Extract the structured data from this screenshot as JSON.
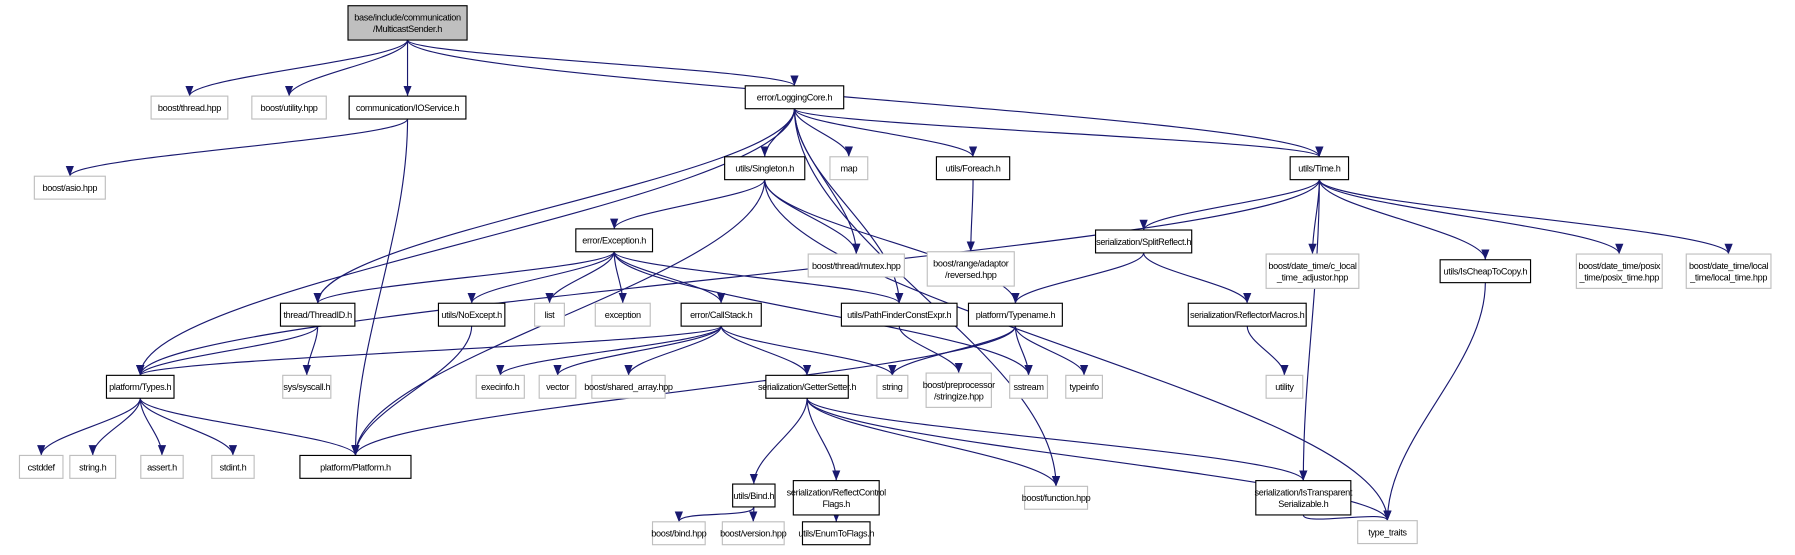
{
  "title": "base/include/communication/MulticastSender.h",
  "colors": {
    "edge": "#191970",
    "root_fill": "#bfbfbf",
    "external_border": "#bfbfbf",
    "internal_border": "#000000"
  },
  "nodes": [
    {
      "id": "root",
      "kind": "root",
      "label": [
        "base/include/communication",
        "/MulticastSender.h"
      ]
    },
    {
      "id": "bthread",
      "kind": "ext",
      "label": [
        "boost/thread.hpp"
      ]
    },
    {
      "id": "butility",
      "kind": "ext",
      "label": [
        "boost/utility.hpp"
      ]
    },
    {
      "id": "ioservice",
      "kind": "int",
      "label": [
        "communication/IOService.h"
      ]
    },
    {
      "id": "asio",
      "kind": "ext",
      "label": [
        "boost/asio.hpp"
      ]
    },
    {
      "id": "logging",
      "kind": "int",
      "label": [
        "error/LoggingCore.h"
      ]
    },
    {
      "id": "singleton",
      "kind": "int",
      "label": [
        "utils/Singleton.h"
      ]
    },
    {
      "id": "map",
      "kind": "ext",
      "label": [
        "map"
      ]
    },
    {
      "id": "foreach",
      "kind": "int",
      "label": [
        "utils/Foreach.h"
      ]
    },
    {
      "id": "time",
      "kind": "int",
      "label": [
        "utils/Time.h"
      ]
    },
    {
      "id": "mutex",
      "kind": "ext",
      "label": [
        "boost/thread/mutex.hpp"
      ]
    },
    {
      "id": "reversed",
      "kind": "ext",
      "label": [
        "boost/range/adaptor",
        "/reversed.hpp"
      ]
    },
    {
      "id": "exception_h",
      "kind": "int",
      "label": [
        "error/Exception.h"
      ]
    },
    {
      "id": "splitreflect",
      "kind": "int",
      "label": [
        "serialization/SplitReflect.h"
      ]
    },
    {
      "id": "clocal",
      "kind": "ext",
      "label": [
        "boost/date_time/c_local",
        "_time_adjustor.hpp"
      ]
    },
    {
      "id": "ischeap",
      "kind": "int",
      "label": [
        "utils/IsCheapToCopy.h"
      ]
    },
    {
      "id": "posix",
      "kind": "ext",
      "label": [
        "boost/date_time/posix",
        "_time/posix_time.hpp"
      ]
    },
    {
      "id": "localtime",
      "kind": "ext",
      "label": [
        "boost/date_time/local",
        "_time/local_time.hpp"
      ]
    },
    {
      "id": "threadid",
      "kind": "int",
      "label": [
        "thread/ThreadID.h"
      ]
    },
    {
      "id": "noexcept",
      "kind": "int",
      "label": [
        "utils/NoExcept.h"
      ]
    },
    {
      "id": "list",
      "kind": "ext",
      "label": [
        "list"
      ]
    },
    {
      "id": "exception",
      "kind": "ext",
      "label": [
        "exception"
      ]
    },
    {
      "id": "callstack",
      "kind": "int",
      "label": [
        "error/CallStack.h"
      ]
    },
    {
      "id": "pathfinder",
      "kind": "int",
      "label": [
        "utils/PathFinderConstExpr.h"
      ]
    },
    {
      "id": "typename",
      "kind": "int",
      "label": [
        "platform/Typename.h"
      ]
    },
    {
      "id": "reflmacros",
      "kind": "int",
      "label": [
        "serialization/ReflectorMacros.h"
      ]
    },
    {
      "id": "types",
      "kind": "int",
      "label": [
        "platform/Types.h"
      ]
    },
    {
      "id": "syscall",
      "kind": "ext",
      "label": [
        "sys/syscall.h"
      ]
    },
    {
      "id": "execinfo",
      "kind": "ext",
      "label": [
        "execinfo.h"
      ]
    },
    {
      "id": "vector",
      "kind": "ext",
      "label": [
        "vector"
      ]
    },
    {
      "id": "sharedarray",
      "kind": "ext",
      "label": [
        "boost/shared_array.hpp"
      ]
    },
    {
      "id": "gettersetter",
      "kind": "int",
      "label": [
        "serialization/GetterSetter.h"
      ]
    },
    {
      "id": "string",
      "kind": "ext",
      "label": [
        "string"
      ]
    },
    {
      "id": "stringize",
      "kind": "ext",
      "label": [
        "boost/preprocessor",
        "/stringize.hpp"
      ]
    },
    {
      "id": "sstream",
      "kind": "ext",
      "label": [
        "sstream"
      ]
    },
    {
      "id": "typeinfo",
      "kind": "ext",
      "label": [
        "typeinfo"
      ]
    },
    {
      "id": "utility",
      "kind": "ext",
      "label": [
        "utility"
      ]
    },
    {
      "id": "cstddef",
      "kind": "ext",
      "label": [
        "cstddef"
      ]
    },
    {
      "id": "stringh",
      "kind": "ext",
      "label": [
        "string.h"
      ]
    },
    {
      "id": "asserth",
      "kind": "ext",
      "label": [
        "assert.h"
      ]
    },
    {
      "id": "stdinth",
      "kind": "ext",
      "label": [
        "stdint.h"
      ]
    },
    {
      "id": "platform",
      "kind": "int",
      "label": [
        "platform/Platform.h"
      ]
    },
    {
      "id": "bind",
      "kind": "int",
      "label": [
        "utils/Bind.h"
      ]
    },
    {
      "id": "reflctl",
      "kind": "int",
      "label": [
        "serialization/ReflectControl",
        "Flags.h"
      ]
    },
    {
      "id": "function",
      "kind": "ext",
      "label": [
        "boost/function.hpp"
      ]
    },
    {
      "id": "istransparent",
      "kind": "int",
      "label": [
        "serialization/IsTransparent",
        "Serializable.h"
      ]
    },
    {
      "id": "bbind",
      "kind": "ext",
      "label": [
        "boost/bind.hpp"
      ]
    },
    {
      "id": "bversion",
      "kind": "ext",
      "label": [
        "boost/version.hpp"
      ]
    },
    {
      "id": "enumtoflags",
      "kind": "int",
      "label": [
        "utils/EnumToFlags.h"
      ]
    },
    {
      "id": "typetraits",
      "kind": "ext",
      "label": [
        "type_traits"
      ]
    }
  ],
  "edges": [
    [
      "root",
      "bthread"
    ],
    [
      "root",
      "butility"
    ],
    [
      "root",
      "ioservice"
    ],
    [
      "root",
      "logging"
    ],
    [
      "root",
      "time"
    ],
    [
      "ioservice",
      "asio"
    ],
    [
      "ioservice",
      "platform"
    ],
    [
      "logging",
      "types"
    ],
    [
      "logging",
      "threadid"
    ],
    [
      "logging",
      "pathfinder"
    ],
    [
      "logging",
      "singleton"
    ],
    [
      "logging",
      "map"
    ],
    [
      "logging",
      "mutex"
    ],
    [
      "logging",
      "foreach"
    ],
    [
      "logging",
      "time"
    ],
    [
      "logging",
      "function"
    ],
    [
      "singleton",
      "platform"
    ],
    [
      "singleton",
      "exception_h"
    ],
    [
      "singleton",
      "mutex"
    ],
    [
      "singleton",
      "typename"
    ],
    [
      "singleton",
      "typetraits"
    ],
    [
      "foreach",
      "reversed"
    ],
    [
      "time",
      "types"
    ],
    [
      "time",
      "splitreflect"
    ],
    [
      "time",
      "clocal"
    ],
    [
      "time",
      "ischeap"
    ],
    [
      "time",
      "posix"
    ],
    [
      "time",
      "localtime"
    ],
    [
      "time",
      "istransparent"
    ],
    [
      "exception_h",
      "threadid"
    ],
    [
      "exception_h",
      "noexcept"
    ],
    [
      "exception_h",
      "list"
    ],
    [
      "exception_h",
      "exception"
    ],
    [
      "exception_h",
      "callstack"
    ],
    [
      "exception_h",
      "pathfinder"
    ],
    [
      "exception_h",
      "sstream"
    ],
    [
      "threadid",
      "types"
    ],
    [
      "threadid",
      "syscall"
    ],
    [
      "noexcept",
      "platform"
    ],
    [
      "callstack",
      "types"
    ],
    [
      "callstack",
      "execinfo"
    ],
    [
      "callstack",
      "vector"
    ],
    [
      "callstack",
      "sharedarray"
    ],
    [
      "callstack",
      "gettersetter"
    ],
    [
      "callstack",
      "string"
    ],
    [
      "pathfinder",
      "stringize"
    ],
    [
      "typename",
      "platform"
    ],
    [
      "typename",
      "string"
    ],
    [
      "typename",
      "sstream"
    ],
    [
      "typename",
      "typeinfo"
    ],
    [
      "splitreflect",
      "typename"
    ],
    [
      "splitreflect",
      "reflmacros"
    ],
    [
      "reflmacros",
      "utility"
    ],
    [
      "ischeap",
      "typetraits"
    ],
    [
      "types",
      "cstddef"
    ],
    [
      "types",
      "stringh"
    ],
    [
      "types",
      "asserth"
    ],
    [
      "types",
      "stdinth"
    ],
    [
      "types",
      "platform"
    ],
    [
      "gettersetter",
      "bind"
    ],
    [
      "gettersetter",
      "reflctl"
    ],
    [
      "gettersetter",
      "function"
    ],
    [
      "gettersetter",
      "istransparent"
    ],
    [
      "gettersetter",
      "typetraits"
    ],
    [
      "bind",
      "bbind"
    ],
    [
      "bind",
      "bversion"
    ],
    [
      "reflctl",
      "enumtoflags"
    ],
    [
      "istransparent",
      "typetraits"
    ]
  ]
}
